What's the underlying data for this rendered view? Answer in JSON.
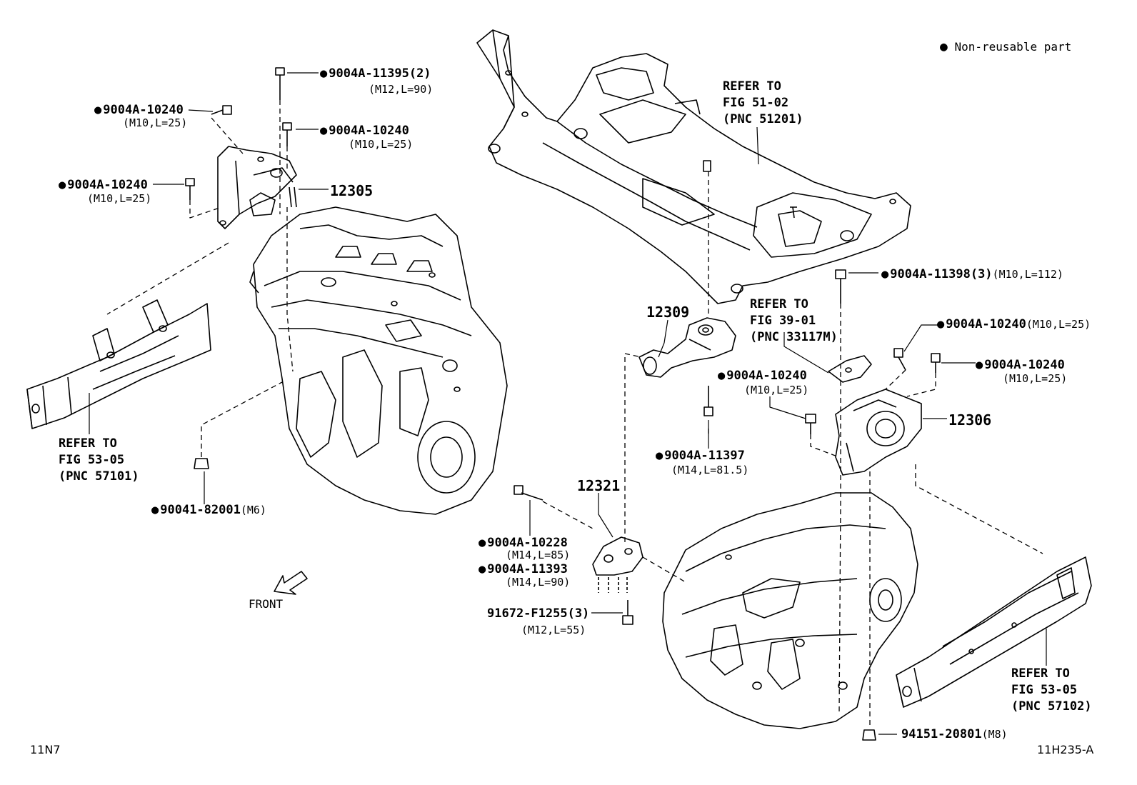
{
  "legend": {
    "text": "Non-reusable part"
  },
  "diagram_code_left": "11N7",
  "diagram_code_right": "11H235-A",
  "direction_label": "FRONT",
  "parts": {
    "bolt_top": {
      "number": "9004A-11395(2)",
      "spec": "(M12,L=90)"
    },
    "bolt_left_upper": {
      "number": "9004A-10240",
      "spec": "(M10,L=25)"
    },
    "bolt_mid_upper": {
      "number": "9004A-10240",
      "spec": "(M10,L=25)"
    },
    "bolt_left_mid": {
      "number": "9004A-10240",
      "spec": "(M10,L=25)"
    },
    "mount_right_engine": {
      "pnc": "12305"
    },
    "nut_m6": {
      "number": "90041-82001",
      "spec": "(M6)"
    },
    "mount_rear": {
      "pnc": "12309"
    },
    "mount_front": {
      "pnc": "12321"
    },
    "mount_left_trans": {
      "pnc": "12306"
    },
    "bolt_l112": {
      "number": "9004A-11398(3)",
      "spec": "(M10,L=112)"
    },
    "bolt_r_upper": {
      "number": "9004A-10240",
      "spec": "(M10,L=25)"
    },
    "bolt_r_mid": {
      "number": "9004A-10240",
      "spec": "(M10,L=25)"
    },
    "bolt_center": {
      "number": "9004A-10240",
      "spec": "(M10,L=25)"
    },
    "bolt_m14_815": {
      "number": "9004A-11397",
      "spec": "(M14,L=81.5)"
    },
    "bolt_m14_85": {
      "number": "9004A-10228",
      "spec": "(M14,L=85)"
    },
    "bolt_m14_90": {
      "number": "9004A-11393",
      "spec": "(M14,L=90)"
    },
    "bolt_m12_55": {
      "number": "91672-F1255(3)",
      "spec": "(M12,L=55)"
    },
    "nut_m8": {
      "number": "94151-20801",
      "spec": "(M8)"
    }
  },
  "references": {
    "subframe": [
      "REFER TO",
      "FIG 51-02",
      "(PNC 51201)"
    ],
    "fig_39": [
      "REFER TO",
      "FIG 39-01",
      "(PNC 33117M)"
    ],
    "left_rail": [
      "REFER TO",
      "FIG 53-05",
      "(PNC 57101)"
    ],
    "right_rail": [
      "REFER TO",
      "FIG 53-05",
      "(PNC 57102)"
    ]
  }
}
